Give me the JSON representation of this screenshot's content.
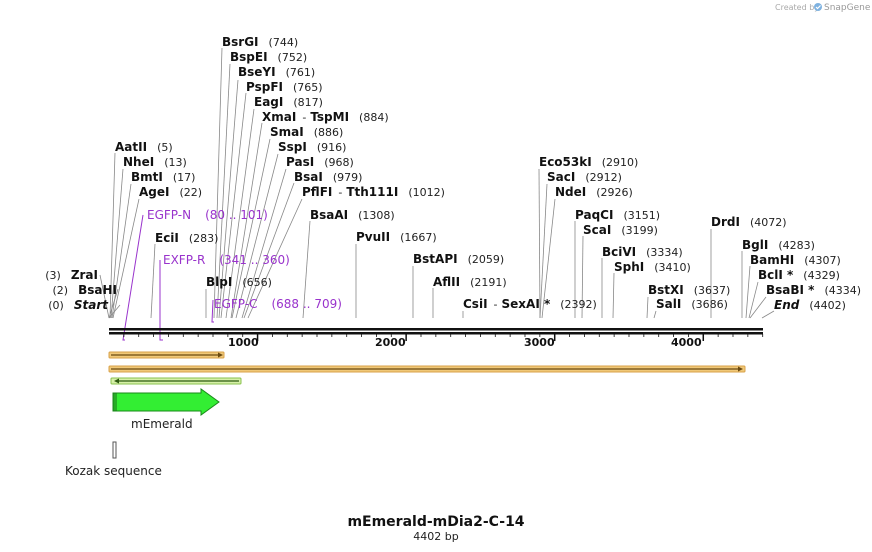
{
  "credit": {
    "prefix": "Created by",
    "brand": "SnapGene"
  },
  "map": {
    "title": "mEmerald-mDia2-C-14",
    "length_label": "4402 bp",
    "length": 4402
  },
  "scale_ticks": [
    "1000",
    "2000",
    "3000",
    "4000"
  ],
  "enzymes": [
    {
      "name": "BsrGI",
      "pos": "(744)"
    },
    {
      "name": "BspEI",
      "pos": "(752)"
    },
    {
      "name": "BseYI",
      "pos": "(761)"
    },
    {
      "name": "PspFI",
      "pos": "(765)"
    },
    {
      "name": "EagI",
      "pos": "(817)"
    },
    {
      "name": "XmaI",
      "sep": "-",
      "name2": "TspMI",
      "pos": "(884)"
    },
    {
      "name": "SmaI",
      "pos": "(886)"
    },
    {
      "name": "SspI",
      "pos": "(916)"
    },
    {
      "name": "PasI",
      "pos": "(968)"
    },
    {
      "name": "BsaI",
      "pos": "(979)"
    },
    {
      "name": "PflFI",
      "sep": "-",
      "name2": "Tth111I",
      "pos": "(1012)"
    },
    {
      "name": "BsaAI",
      "pos": "(1308)"
    },
    {
      "name": "PvuII",
      "pos": "(1667)"
    },
    {
      "name": "AatII",
      "pos": "(5)"
    },
    {
      "name": "NheI",
      "pos": "(13)"
    },
    {
      "name": "BmtI",
      "pos": "(17)"
    },
    {
      "name": "AgeI",
      "pos": "(22)"
    },
    {
      "name": "EciI",
      "pos": "(283)"
    },
    {
      "name": "ZraI",
      "pos": "(3)"
    },
    {
      "name": "BsaHI",
      "pos": "(2)"
    },
    {
      "name": "Start",
      "pos": "(0)"
    },
    {
      "name": "BlpI",
      "pos": "(656)"
    },
    {
      "name": "BstAPI",
      "pos": "(2059)"
    },
    {
      "name": "AflII",
      "pos": "(2191)"
    },
    {
      "name": "CsiI",
      "sep": "-",
      "name2": "SexAI *",
      "pos": "(2392)"
    },
    {
      "name": "Eco53kI",
      "pos": "(2910)"
    },
    {
      "name": "SacI",
      "pos": "(2912)"
    },
    {
      "name": "NdeI",
      "pos": "(2926)"
    },
    {
      "name": "PaqCI",
      "pos": "(3151)"
    },
    {
      "name": "ScaI",
      "pos": "(3199)"
    },
    {
      "name": "BciVI",
      "pos": "(3334)"
    },
    {
      "name": "SphI",
      "pos": "(3410)"
    },
    {
      "name": "BstXI",
      "pos": "(3637)"
    },
    {
      "name": "SalI",
      "pos": "(3686)"
    },
    {
      "name": "DrdI",
      "pos": "(4072)"
    },
    {
      "name": "BglI",
      "pos": "(4283)"
    },
    {
      "name": "BamHI",
      "pos": "(4307)"
    },
    {
      "name": "BclI *",
      "pos": "(4329)"
    },
    {
      "name": "BsaBI *",
      "pos": "(4334)"
    },
    {
      "name": "End",
      "pos": "(4402)"
    }
  ],
  "primers": [
    {
      "name": "EGFP-N",
      "range": "(80 .. 101)"
    },
    {
      "name": "EXFP-R",
      "range": "(341 .. 360)"
    },
    {
      "name": "EGFP-C",
      "range": "(688 .. 709)"
    }
  ],
  "features": [
    {
      "name": "mEmerald",
      "start": 1,
      "end": 720,
      "color": "#33ee33"
    },
    {
      "name": "Kozak sequence",
      "start": 1,
      "end": 10,
      "color": "#999999"
    }
  ],
  "colors": {
    "primer": "#9933cc",
    "orf": "#e8b35a",
    "orf_rev": "#7ac74f",
    "feature": "#33ee33"
  }
}
